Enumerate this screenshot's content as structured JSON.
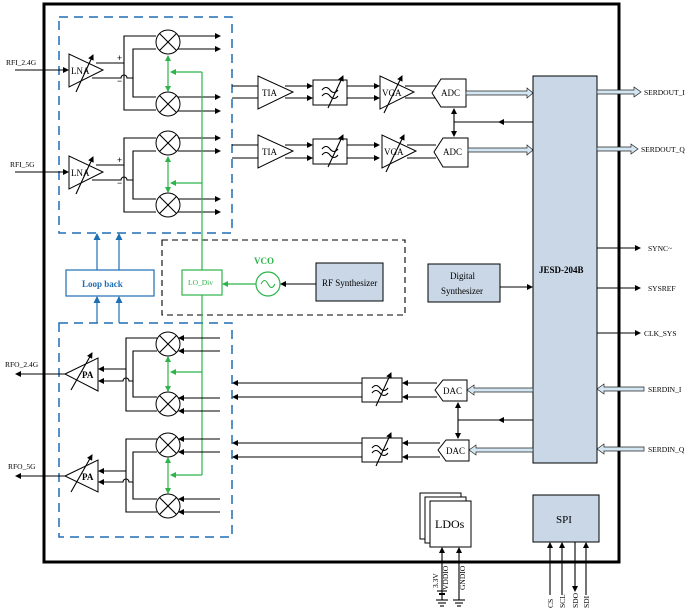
{
  "ports": {
    "rfi_24g": "RFI_2.4G",
    "rfi_5g": "RFI_5G",
    "rfo_24g": "RFO_2.4G",
    "rfo_5g": "RFO_5G"
  },
  "blocks": {
    "lna": "LNA",
    "pa": "PA",
    "tia": "TIA",
    "vga": "VGA",
    "adc": "ADC",
    "dac": "DAC",
    "loop_back": "Loop back",
    "lo_div": "LO_Div",
    "vco": "VCO",
    "rf_synth": "RF Synthesizer",
    "digital_synth_line1": "Digital",
    "digital_synth_line2": "Synthesizer",
    "jesd": "JESD-204B",
    "ldos": "LDOs",
    "spi": "SPI"
  },
  "signals": {
    "serdout_i": "SERDOUT_I",
    "serdout_q": "SERDOUT_Q",
    "sync": "SYNC~",
    "sysref": "SYSREF",
    "clk_sys": "CLK_SYS",
    "serdin_i": "SERDIN_I",
    "serdin_q": "SERDIN_Q"
  },
  "power": {
    "v33": "3.3V",
    "vddio": "VDDIO",
    "gndio": "GNDIO"
  },
  "spi_pins": {
    "cs": "CS",
    "scl": "SCL",
    "sdo": "SDO",
    "sdi": "SDI"
  },
  "colors": {
    "lo_path": "#2db34a",
    "loopback": "#1f6fb5",
    "block_fill": "#c9d7e6",
    "bus_fill": "#d3e6f1"
  }
}
